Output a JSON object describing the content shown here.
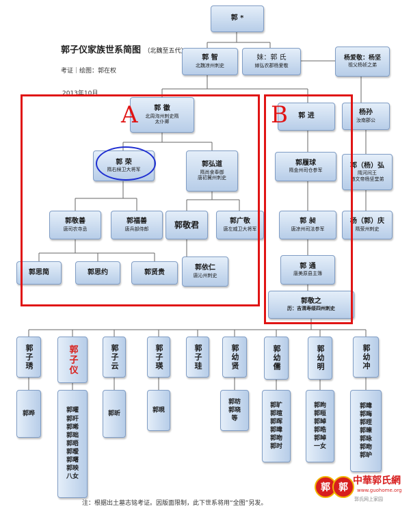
{
  "header": {
    "title": "郭子仪家族世系简图",
    "title_note": "（北魏至五代）",
    "credit": "考证｜绘图：郭在权",
    "date": "2013年10月"
  },
  "annotations": {
    "region_a": "A",
    "region_b": "B",
    "frame_color": "#e01414",
    "circle_color": "#1f2fd1"
  },
  "nodes": {
    "root": {
      "name": "郭 *"
    },
    "guo_zhi": {
      "name": "郭 智",
      "desc": "北魏凉州刺史"
    },
    "guo_shi": {
      "name": "妹：郭 氏",
      "desc": "嫁弘农郡杨爱敬"
    },
    "yang_aijing": {
      "name": "杨爱敬：杨坚",
      "desc": "祖父杨祯之弟"
    },
    "guo_hui": {
      "name": "郭 徽",
      "desc": "北周洵州刺史隋",
      "desc2": "太仆卿"
    },
    "guo_rong": {
      "name": "郭 荣",
      "desc": "隋右候卫大将军"
    },
    "guo_hongdao": {
      "name": "郭弘道",
      "desc": "隋尚食奉御",
      "desc2": "唐初冀州刺史"
    },
    "guo_jin": {
      "name": "郭 进"
    },
    "yang_sun": {
      "name": "杨孙",
      "desc": "汝南郡公"
    },
    "guo_lvqiu": {
      "name": "郭履球",
      "desc": "隋金州司仓参军"
    },
    "guo_yang_hong": {
      "name": "郭（杨）弘",
      "desc": "隋河间王",
      "desc2": "随文帝杨坚堂弟"
    },
    "guo_jingshan": {
      "name": "郭敬善",
      "desc": "唐司农寺丞"
    },
    "guo_fushan": {
      "name": "郭福善",
      "desc": "唐兵部侍郎"
    },
    "guo_jingjun": {
      "name": "郭敬君"
    },
    "guo_guangjing": {
      "name": "郭广敬",
      "desc": "唐左威卫大将军"
    },
    "guo_chang": {
      "name": "郭 昶",
      "desc": "唐凉州司法参军"
    },
    "yang_guo_qing": {
      "name": "杨（郭）庆",
      "desc": "隋荥州刺史"
    },
    "guo_sijian": {
      "name": "郭思简"
    },
    "guo_siyue": {
      "name": "郭思约"
    },
    "guo_xiangui": {
      "name": "郭贤贵"
    },
    "guo_yiren": {
      "name": "郭依仁",
      "desc": "唐沁州刺史"
    },
    "guo_tong": {
      "name": "郭 通",
      "desc": "唐美原县主簿"
    },
    "guo_jingzhi": {
      "name": "郭敬之",
      "desc": "历：吉渭寿绥四州刺史"
    }
  },
  "sons": [
    {
      "name": "郭子琇",
      "children": [
        "郭晔"
      ]
    },
    {
      "name": "郭子仪",
      "highlight": true,
      "children": [
        "郭曜",
        "郭旰",
        "郭晞",
        "郭昢",
        "郭晤",
        "郭暧",
        "郭曙",
        "郭映",
        "八女"
      ]
    },
    {
      "name": "郭子云",
      "children": [
        "郭昕"
      ]
    },
    {
      "name": "郭子瑛",
      "children": [
        "郭晛"
      ]
    },
    {
      "name": "郭子珪",
      "children": []
    },
    {
      "name": "郭幼贤",
      "children": [
        "郭昉",
        "郭晓",
        "等"
      ]
    },
    {
      "name": "郭幼儒",
      "children": [
        "郭旷",
        "郭暄",
        "郭晖",
        "郭暐",
        "郭昒",
        "郭时"
      ]
    },
    {
      "name": "郭幼明",
      "children": [
        "郭昫",
        "郭晅",
        "郭晫",
        "郭晧",
        "郭晫",
        "一女"
      ]
    },
    {
      "name": "郭幼冲",
      "children": [
        "郭暐",
        "郭晦",
        "郭晊",
        "郭暕",
        "郭昹",
        "郭昒",
        "郭昈"
      ]
    }
  ],
  "footnote": "注：根据出土墓志铭考证。因版面限制，此下世系将用“全图”另发。",
  "logo": {
    "seal_char": "郭",
    "brand": "中華郭氏網",
    "url": "www.guohome.org",
    "slogan": "郭氏网上家园"
  }
}
